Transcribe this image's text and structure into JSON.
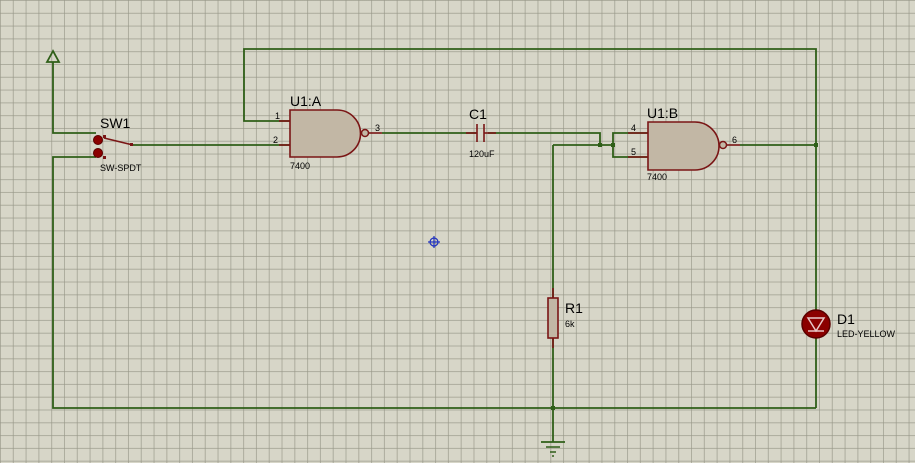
{
  "components": {
    "sw1": {
      "ref": "SW1",
      "value": "SW-SPDT"
    },
    "u1a": {
      "ref": "U1:A",
      "value": "7400",
      "pins": [
        "1",
        "2",
        "3"
      ]
    },
    "c1": {
      "ref": "C1",
      "value": "120uF"
    },
    "u1b": {
      "ref": "U1:B",
      "value": "7400",
      "pins": [
        "4",
        "5",
        "6"
      ]
    },
    "r1": {
      "ref": "R1",
      "value": "6k"
    },
    "d1": {
      "ref": "D1",
      "value": "LED-YELLOW"
    }
  },
  "colors": {
    "wire": "#2f5f18",
    "component": "#7a1515",
    "component_fill": "#c2b7a5",
    "origin_marker": "#1d2fbf"
  },
  "icons": [
    "power-terminal-icon",
    "ground-icon",
    "origin-marker-icon"
  ]
}
